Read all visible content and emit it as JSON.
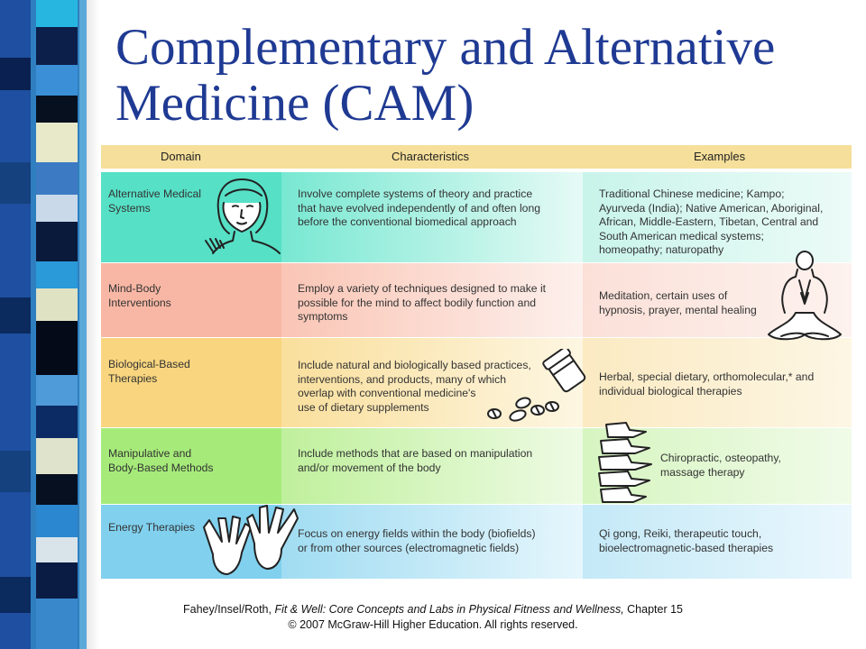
{
  "slide": {
    "title": "Complementary and Alternative Medicine (CAM)"
  },
  "table": {
    "headers": [
      "Domain",
      "Characteristics",
      "Examples"
    ],
    "rows": [
      {
        "domain": "Alternative Medical\nSystems",
        "characteristics": "Involve complete systems of theory and practice\nthat have evolved independently of and often long\nbefore the conventional biomedical approach",
        "examples": "Traditional Chinese medicine; Kampo;\nAyurveda (India); Native American, Aboriginal,\nAfrican, Middle-Eastern, Tibetan, Central and\nSouth American medical  systems;\nhomeopathy; naturopathy",
        "icon": "acupuncture-face-icon"
      },
      {
        "domain": "Mind-Body\nInterventions",
        "characteristics": "Employ a variety of techniques designed to make it\npossible for the mind to affect bodily function and\nsymptoms",
        "examples": "Meditation, certain uses of\nhypnosis, prayer, mental healing",
        "icon": "meditating-figure-icon"
      },
      {
        "domain": "Biological-Based\nTherapies",
        "characteristics": "Include natural and biologically based practices,\ninterventions, and products, many of which\noverlap with conventional medicine's\nuse of dietary supplements",
        "examples": "Herbal, special dietary, orthomolecular,* and\nindividual biological therapies",
        "icon": "pill-bottle-icon"
      },
      {
        "domain": "Manipulative and\nBody-Based Methods",
        "characteristics": "Include methods that are based on manipulation\nand/or movement of the body",
        "examples": "Chiropractic, osteopathy,\nmassage therapy",
        "icon": "spine-icon"
      },
      {
        "domain": "Energy Therapies",
        "characteristics": "Focus on energy fields within the body (biofields)\nor from other sources (electromagnetic fields)",
        "examples": "Qi gong, Reiki, therapeutic touch,\nbioelectromagnetic-based therapies",
        "icon": "hands-icon"
      }
    ]
  },
  "footer": {
    "authors": "Fahey/Insel/Roth, ",
    "book": "Fit & Well: Core Concepts and Labs in Physical Fitness and Wellness,",
    "chapter": " Chapter 15",
    "copyright": "© 2007 McGraw-Hill Higher Education. All rights reserved."
  },
  "colors": {
    "title": "#1f3a93",
    "header": "#f6df9a",
    "row1": "#56e0c6",
    "row2": "#f8b7a4",
    "row3": "#f8d57e",
    "row4": "#a6eb7a",
    "row5": "#80d0ee"
  }
}
